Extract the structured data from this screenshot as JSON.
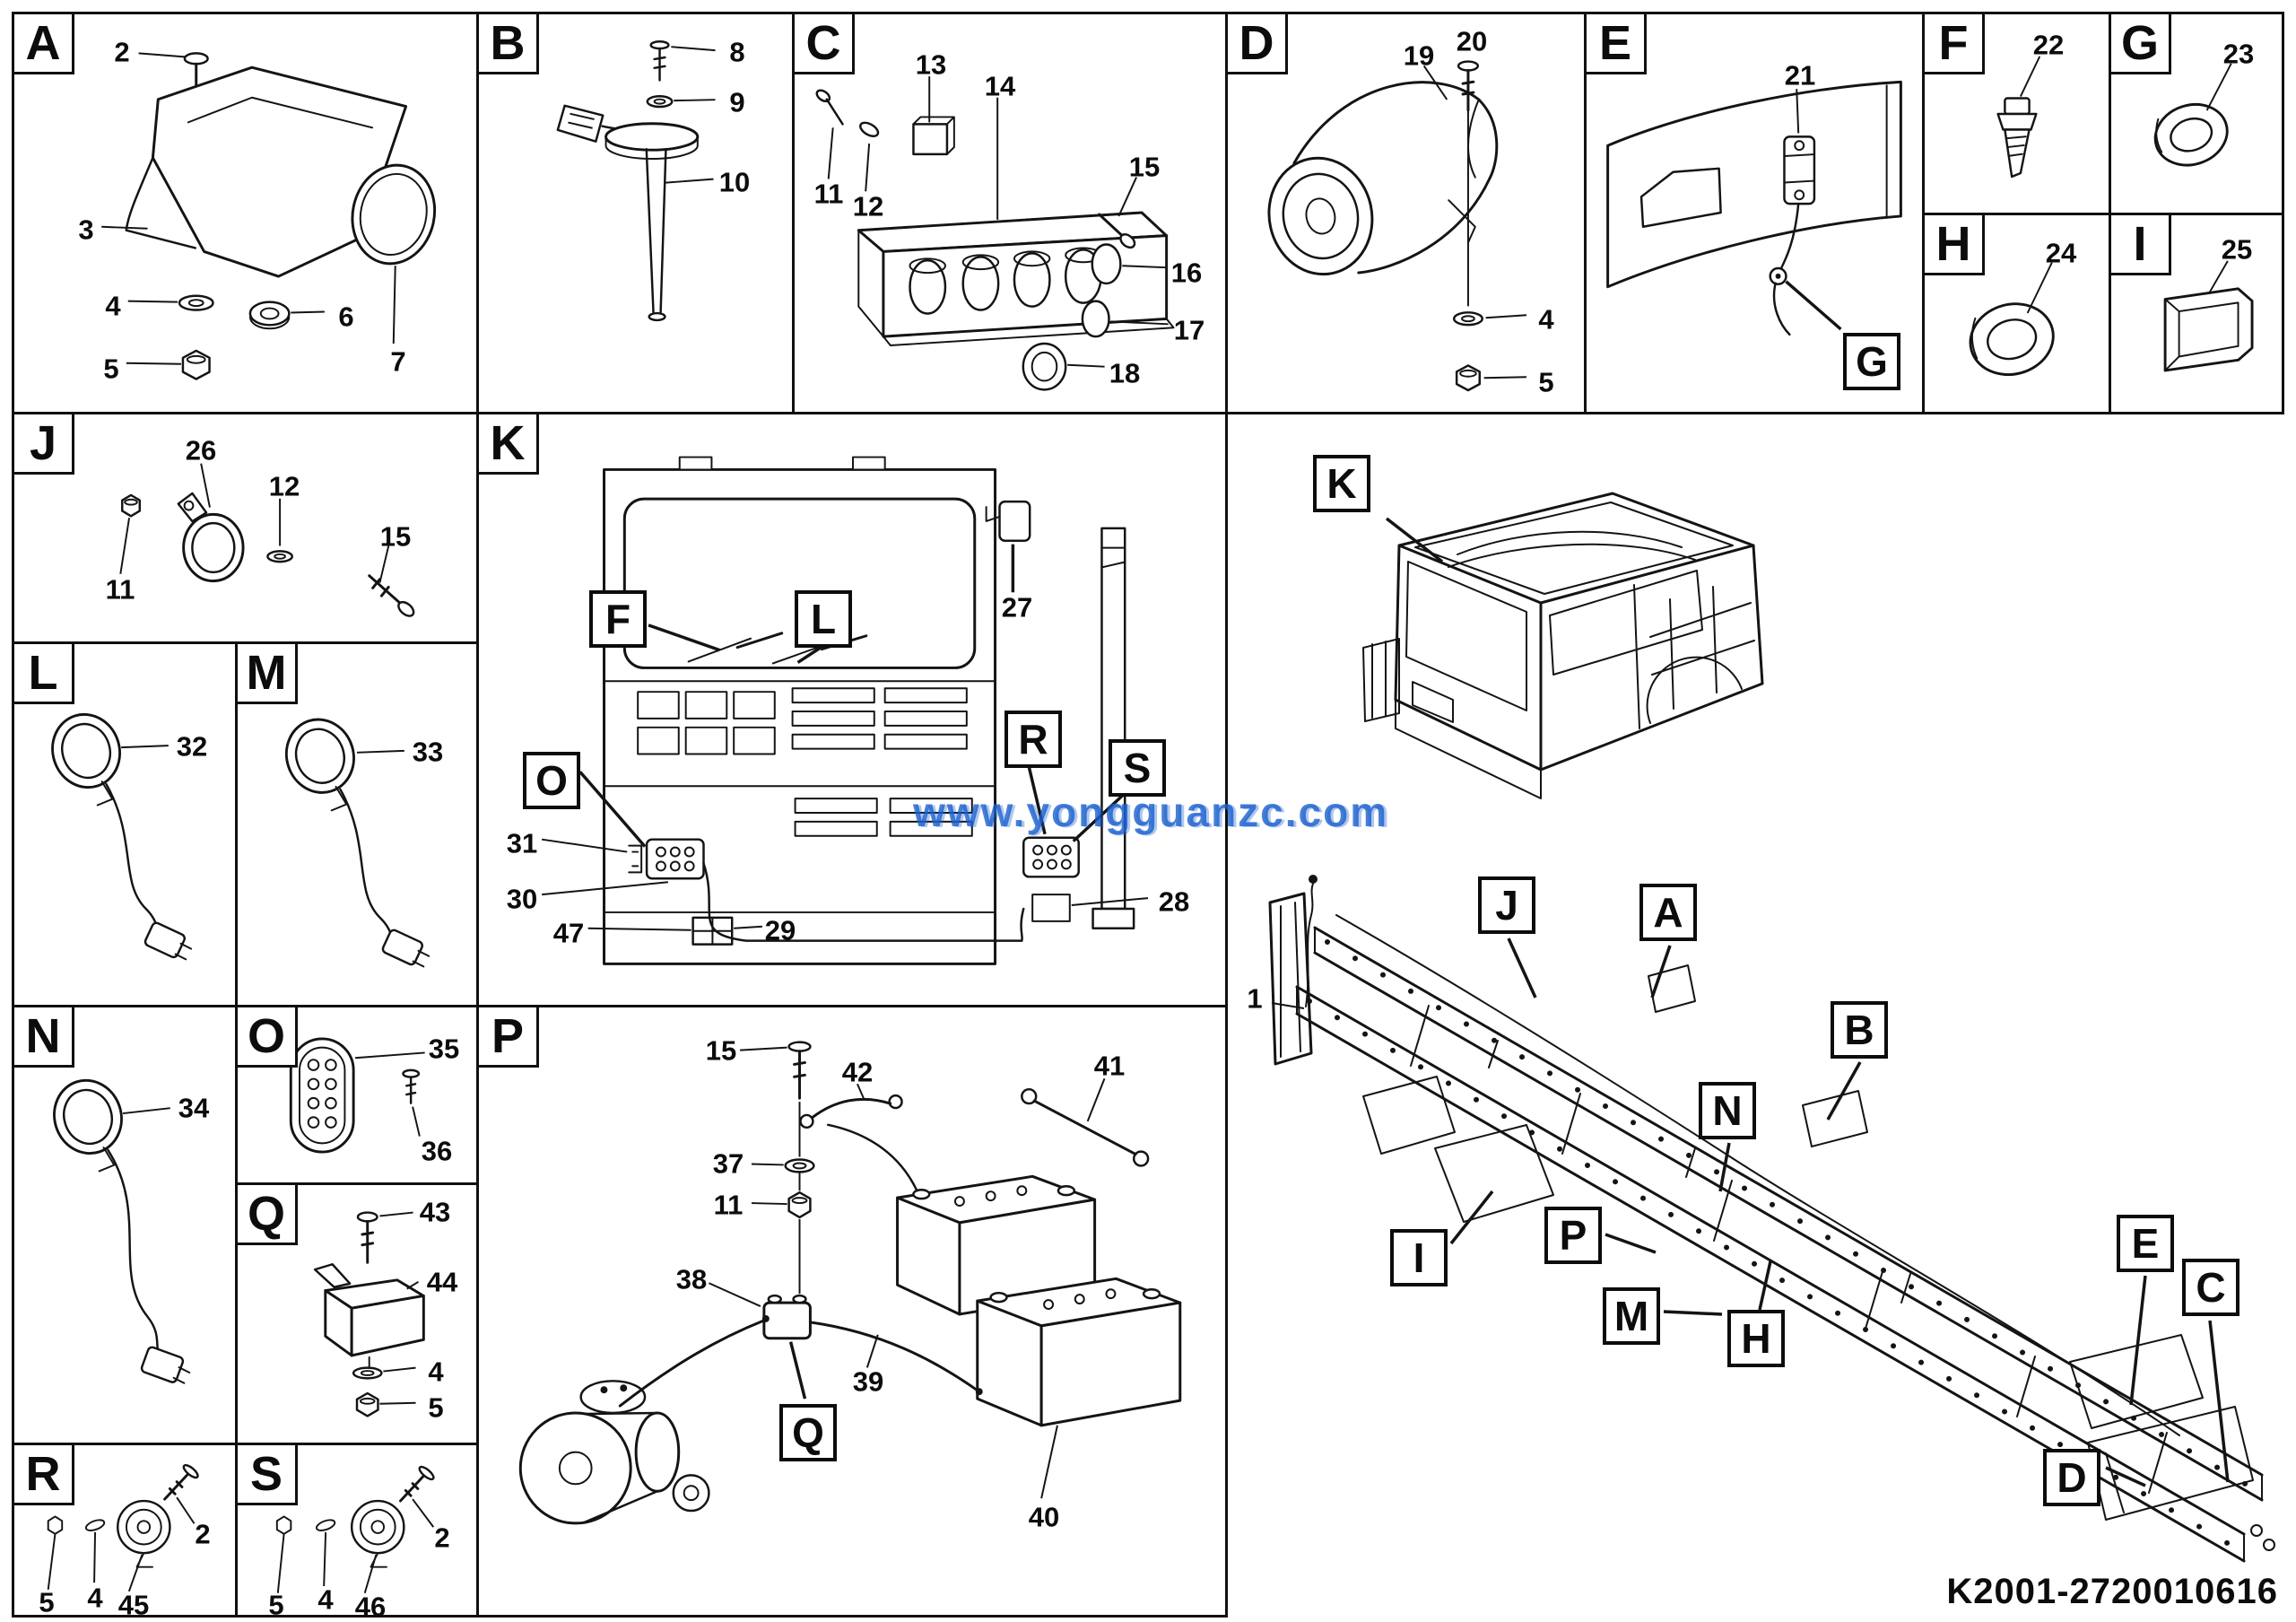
{
  "doc": {
    "part_number": "K2001-2720010616",
    "watermark": "www.yongguanzc.com"
  },
  "panels": {
    "A": {
      "label": "A",
      "callouts": [
        "2",
        "3",
        "4",
        "5",
        "6",
        "7"
      ]
    },
    "B": {
      "label": "B",
      "callouts": [
        "8",
        "9",
        "10"
      ]
    },
    "C": {
      "label": "C",
      "callouts": [
        "11",
        "12",
        "13",
        "14",
        "15",
        "16",
        "17",
        "18"
      ]
    },
    "D": {
      "label": "D",
      "callouts": [
        "19",
        "20",
        "4",
        "5"
      ]
    },
    "E": {
      "label": "E",
      "callouts": [
        "21"
      ],
      "refs": [
        "G"
      ]
    },
    "F": {
      "label": "F",
      "callouts": [
        "22"
      ]
    },
    "G": {
      "label": "G",
      "callouts": [
        "23"
      ]
    },
    "H": {
      "label": "H",
      "callouts": [
        "24"
      ]
    },
    "I": {
      "label": "I",
      "callouts": [
        "25"
      ]
    },
    "J": {
      "label": "J",
      "callouts": [
        "26",
        "12",
        "15",
        "11"
      ]
    },
    "K": {
      "label": "K",
      "callouts": [
        "27",
        "31",
        "30",
        "47",
        "29",
        "28"
      ],
      "refs": [
        "F",
        "L",
        "O",
        "R",
        "S"
      ]
    },
    "L": {
      "label": "L",
      "callouts": [
        "32"
      ]
    },
    "M": {
      "label": "M",
      "callouts": [
        "33"
      ]
    },
    "N": {
      "label": "N",
      "callouts": [
        "34"
      ]
    },
    "O": {
      "label": "O",
      "callouts": [
        "35",
        "36"
      ]
    },
    "P": {
      "label": "P",
      "callouts": [
        "15",
        "42",
        "41",
        "37",
        "11",
        "38",
        "39",
        "40"
      ],
      "refs": [
        "Q"
      ]
    },
    "Q": {
      "label": "Q",
      "callouts": [
        "43",
        "44",
        "4",
        "5"
      ]
    },
    "R": {
      "label": "R",
      "callouts": [
        "5",
        "4",
        "45",
        "2"
      ]
    },
    "S": {
      "label": "S",
      "callouts": [
        "5",
        "4",
        "46",
        "2"
      ]
    }
  },
  "overview": {
    "cab_ref": "K",
    "chassis_refs": [
      "J",
      "A",
      "B",
      "N",
      "E",
      "C",
      "I",
      "P",
      "M",
      "H",
      "D"
    ],
    "callouts": [
      "1"
    ]
  }
}
